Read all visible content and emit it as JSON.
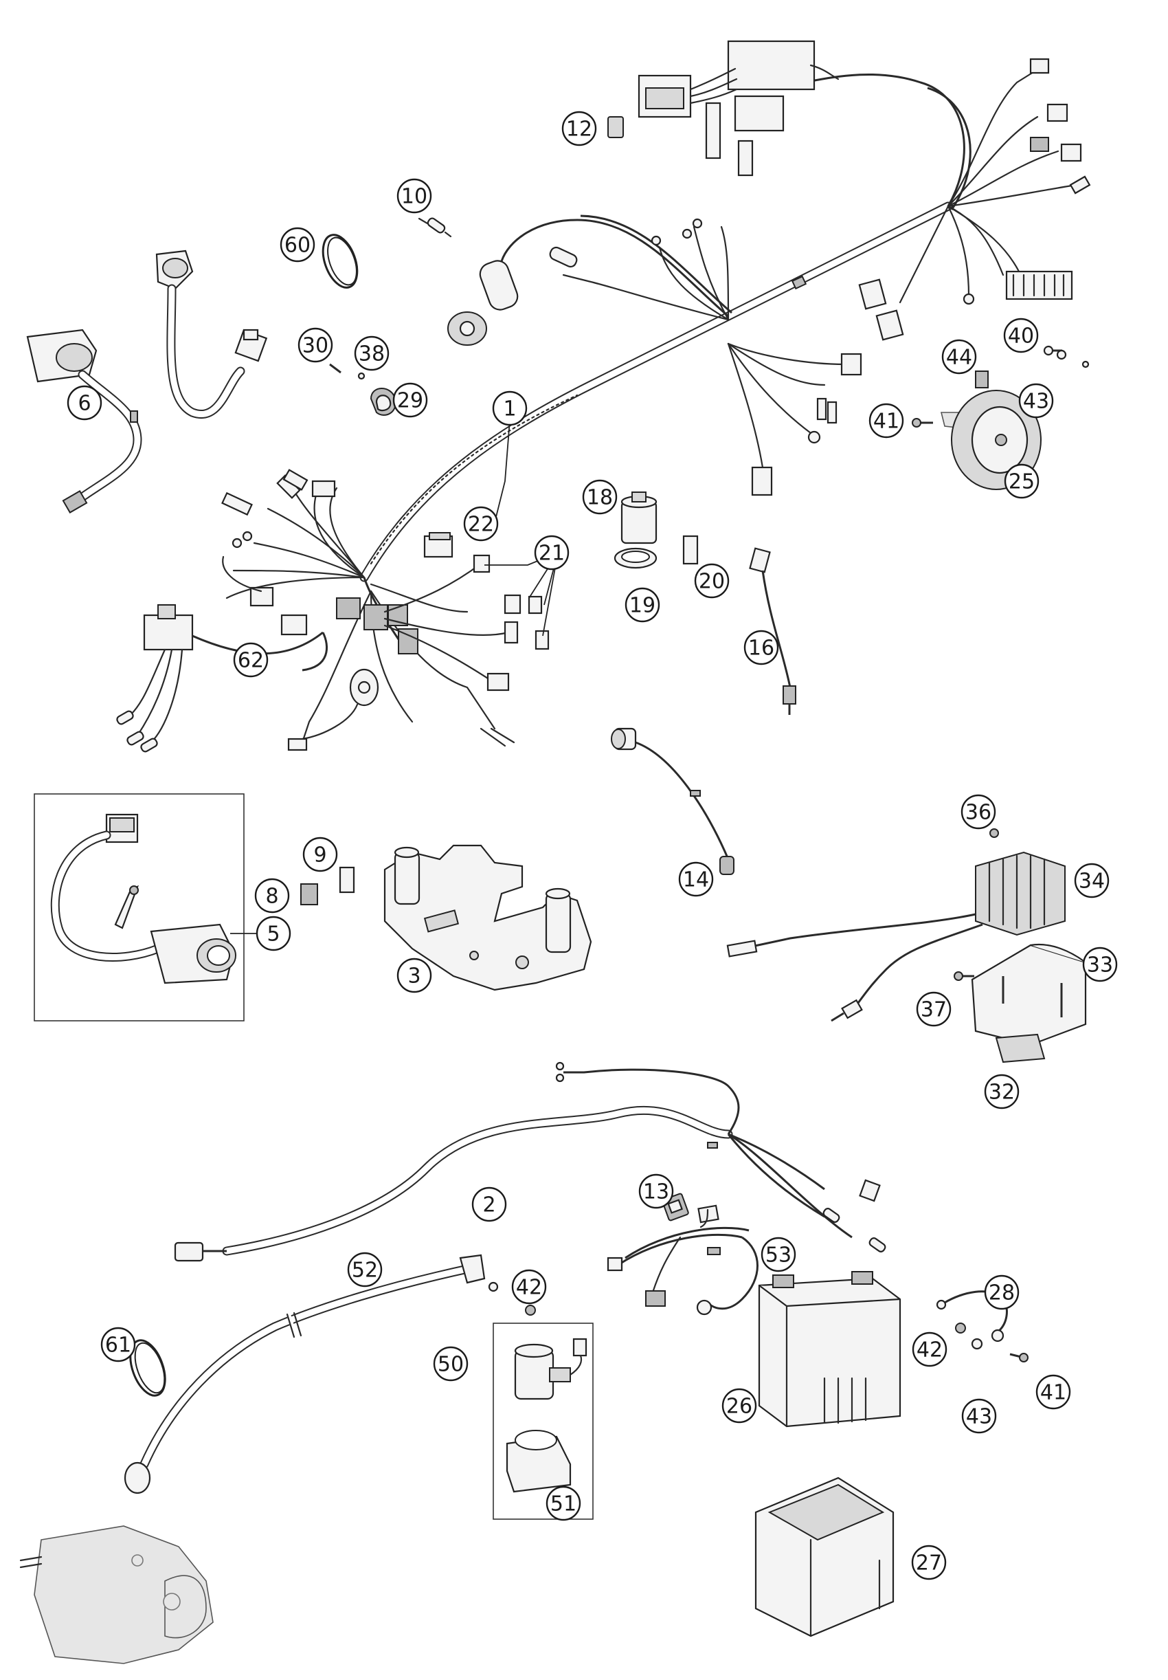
{
  "diagram": {
    "part_labels": [
      "1",
      "2",
      "3",
      "5",
      "6",
      "8",
      "9",
      "10",
      "12",
      "13",
      "14",
      "16",
      "18",
      "19",
      "20",
      "21",
      "22",
      "25",
      "26",
      "27",
      "28",
      "29",
      "30",
      "32",
      "33",
      "34",
      "36",
      "37",
      "38",
      "40",
      "41",
      "41",
      "42",
      "42",
      "43",
      "43",
      "44",
      "50",
      "51",
      "52",
      "53",
      "60",
      "61",
      "62"
    ]
  }
}
